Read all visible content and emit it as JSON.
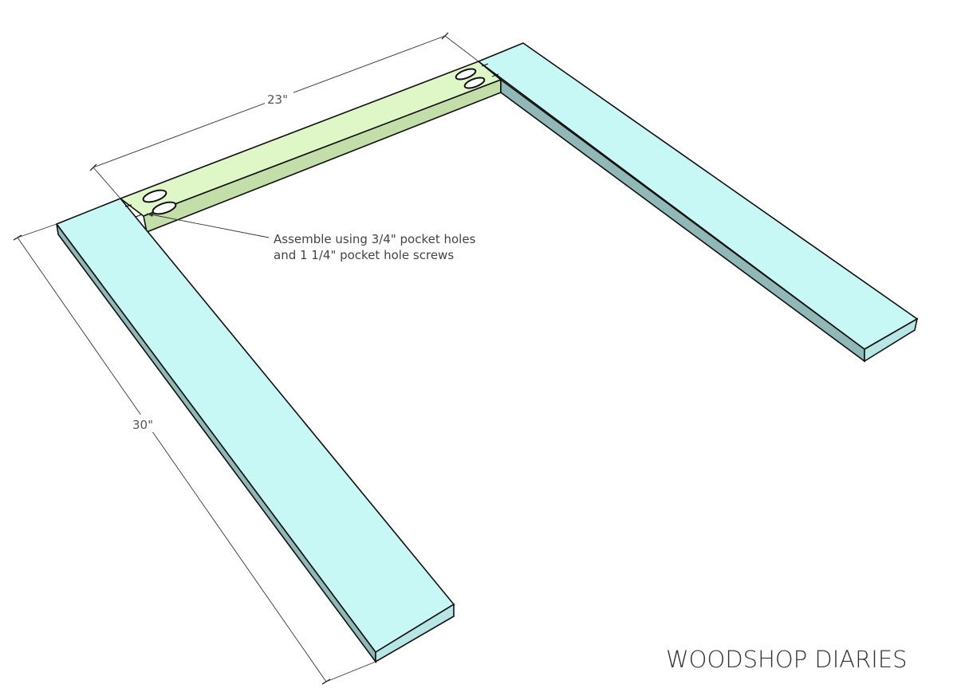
{
  "diagram": {
    "dimension_width": "23\"",
    "dimension_length": "30\"",
    "note_line1": "Assemble using 3/4\" pocket holes",
    "note_line2": "and 1 1/4\" pocket hole screws",
    "brand": "WOODSHOP DIARIES"
  },
  "colors": {
    "side_board_top": "#c8f8f6",
    "side_board_edge": "#8fb8b6",
    "side_board_end": "#b8e6e4",
    "cross_board_top": "#dff7c6",
    "cross_board_edge": "#c3dea9",
    "outline": "#111111"
  }
}
